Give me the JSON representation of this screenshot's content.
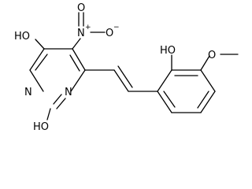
{
  "molecule": {
    "labels": {
      "oh_top_left": "HO",
      "nitrogen_upper": "N",
      "nitrogen_lower": "N",
      "oh_bottom_left": "HO",
      "nitro_n": "N",
      "nitro_n_charge": "+",
      "nitro_o_right": "O",
      "nitro_o_right_charge": "−",
      "nitro_o_top": "O",
      "phenol_oh": "HO",
      "methoxy_o": "O"
    }
  }
}
